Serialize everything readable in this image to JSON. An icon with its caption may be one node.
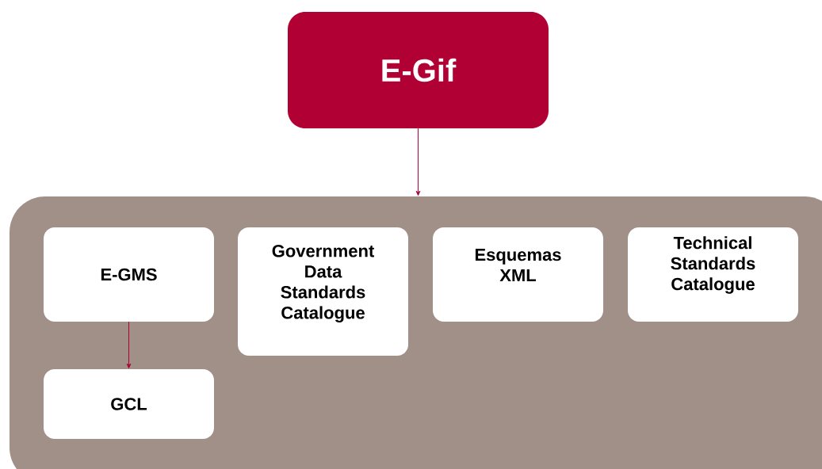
{
  "diagram": {
    "nodes": [
      {
        "text": [
          "E-Gif"
        ]
      },
      {
        "text": [],
        "shape": "box"
      },
      {
        "text": [
          "E-GMS"
        ],
        "in": 1
      },
      {
        "text": [
          "Government Data Standards Catalogue"
        ],
        "in": 1
      },
      {
        "text": [
          "Esquemas XML"
        ],
        "in": 1
      },
      {
        "text": [
          "Technical Standards Catalogue"
        ],
        "in": 1
      },
      {
        "text": [
          "GCL"
        ],
        "in": 1
      }
    ],
    "edges": [
      {
        "from": 0,
        "to": 1,
        "arrow": "to"
      },
      {
        "from": 2,
        "to": 6,
        "arrow": "to"
      }
    ]
  }
}
